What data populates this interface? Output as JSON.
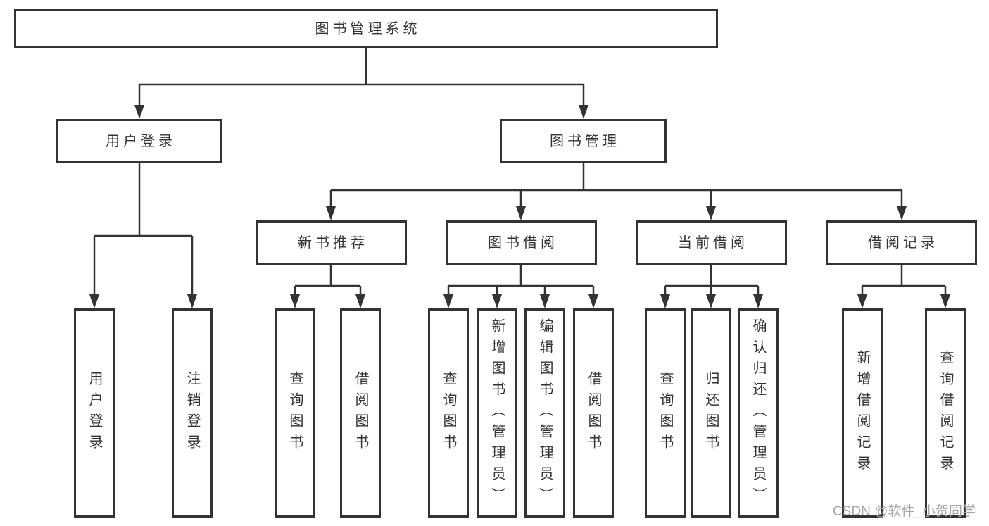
{
  "watermark": {
    "text": "CSDN @软件_小贺同学"
  },
  "colors": {
    "line": "#333333",
    "text": "#333333",
    "box_background": "#ffffff",
    "page_background": "#ffffff",
    "watermark": "#a6a6a6"
  },
  "tree": {
    "root": {
      "label": "图书管理系统",
      "children": [
        {
          "label": "用户登录",
          "children": [
            {
              "label": "用户登录"
            },
            {
              "label": "注销登录"
            }
          ]
        },
        {
          "label": "图书管理",
          "children": [
            {
              "label": "新书推荐",
              "children": [
                {
                  "label": "查询图书"
                },
                {
                  "label": "借阅图书"
                }
              ]
            },
            {
              "label": "图书借阅",
              "children": [
                {
                  "label": "查询图书"
                },
                {
                  "label": "新增图书（管理员）"
                },
                {
                  "label": "编辑图书（管理员）"
                },
                {
                  "label": "借阅图书"
                }
              ]
            },
            {
              "label": "当前借阅",
              "children": [
                {
                  "label": "查询图书"
                },
                {
                  "label": "归还图书"
                },
                {
                  "label": "确认归还（管理员）"
                }
              ]
            },
            {
              "label": "借阅记录",
              "children": [
                {
                  "label": "新增借阅记录"
                },
                {
                  "label": "查询借阅记录"
                }
              ]
            }
          ]
        }
      ]
    }
  }
}
